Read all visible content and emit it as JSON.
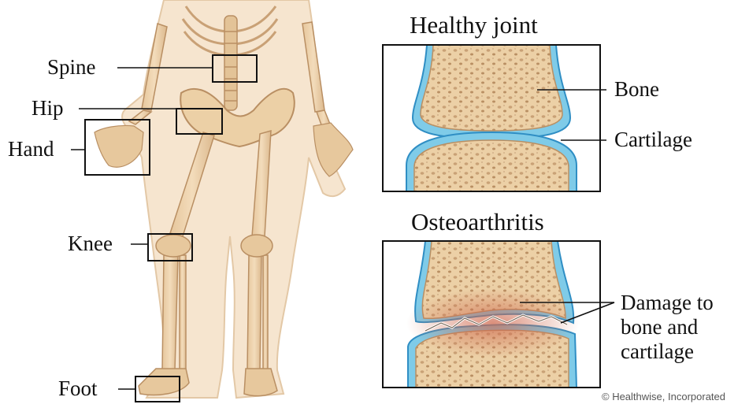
{
  "figure": {
    "body_labels": {
      "spine": "Spine",
      "hip": "Hip",
      "hand": "Hand",
      "knee": "Knee",
      "foot": "Foot"
    },
    "healthy_panel": {
      "title": "Healthy joint",
      "bone_label": "Bone",
      "cartilage_label": "Cartilage"
    },
    "oa_panel": {
      "title": "Osteoarthritis",
      "damage_label_lines": [
        "Damage to",
        "bone and",
        "cartilage"
      ]
    },
    "credit": "© Healthwise, Incorporated"
  },
  "colors": {
    "bone": "#ecd0a6",
    "bone_shade": "#c9a176",
    "cartilage": "#7fcbe8",
    "cartilage_edge": "#2f8ec4",
    "inflammation": "#d9846a",
    "ink": "#111111"
  }
}
